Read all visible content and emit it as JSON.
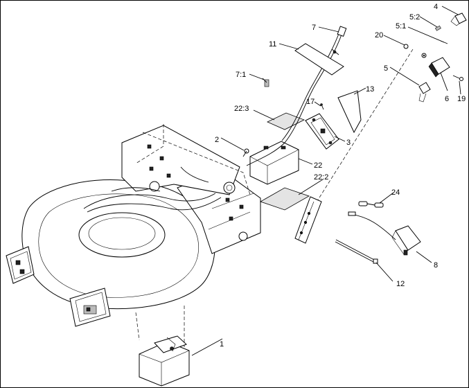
{
  "labels": {
    "p1": "1",
    "p2": "2",
    "p3": "3",
    "p4": "4",
    "p5": "5",
    "p5_1": "5:1",
    "p5_2": "5:2",
    "p6": "6",
    "p7": "7",
    "p7_1": "7:1",
    "p8": "8",
    "p11": "11",
    "p12": "12",
    "p13": "13",
    "p17": "17",
    "p19": "19",
    "p20": "20",
    "p22": "22",
    "p22_2": "22:2",
    "p22_3": "22:3",
    "p24": "24"
  }
}
